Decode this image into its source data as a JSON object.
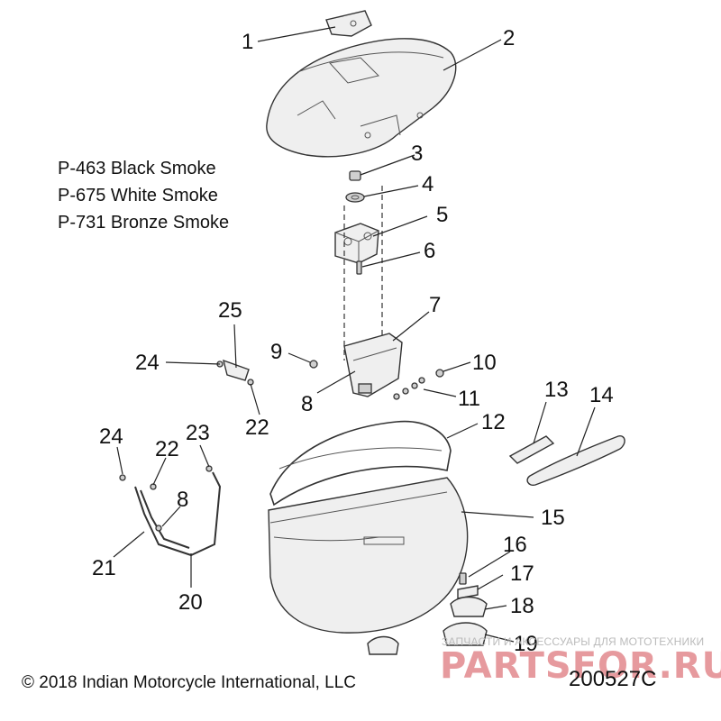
{
  "callouts": {
    "c1": "1",
    "c2": "2",
    "c3": "3",
    "c4": "4",
    "c5": "5",
    "c6": "6",
    "c7": "7",
    "c8a": "8",
    "c8b": "8",
    "c9": "9",
    "c10": "10",
    "c11": "11",
    "c12": "12",
    "c13": "13",
    "c14": "14",
    "c15": "15",
    "c16": "16",
    "c17": "17",
    "c18": "18",
    "c19": "19",
    "c20": "20",
    "c21": "21",
    "c22a": "22",
    "c22b": "22",
    "c23": "23",
    "c24a": "24",
    "c24b": "24",
    "c25": "25"
  },
  "color_options": [
    "P-463 Black Smoke",
    "P-675 White Smoke",
    "P-731 Bronze Smoke"
  ],
  "footer": {
    "copyright": "© 2018 Indian Motorcycle International, LLC",
    "diagram_id": "200527C"
  },
  "watermark": {
    "subtitle": "ЗАПЧАСТИ И АКСЕССУАРЫ ДЛЯ МОТОТЕХНИКИ",
    "brand": "PARTSFOR.RU"
  },
  "colors": {
    "ink": "#111111",
    "part_fill": "#efefef",
    "watermark": "#c81e28"
  }
}
